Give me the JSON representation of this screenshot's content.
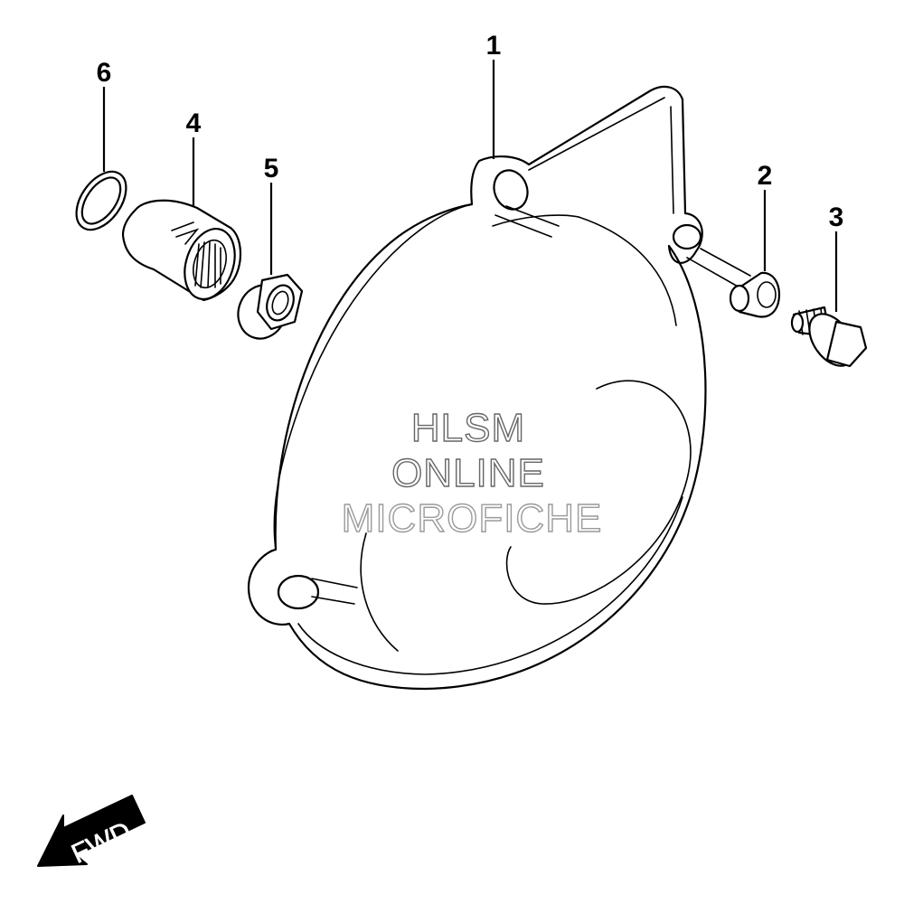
{
  "callouts": {
    "c1": "1",
    "c2": "2",
    "c3": "3",
    "c4": "4",
    "c5": "5",
    "c6": "6"
  },
  "watermark": {
    "line1": "HLSM",
    "line2": "ONLINE",
    "line3": "MICROFICHE"
  },
  "direction": {
    "label": "FWD"
  },
  "colors": {
    "ink": "#000000",
    "paper": "#ffffff",
    "watermark_outline": "#666666"
  }
}
